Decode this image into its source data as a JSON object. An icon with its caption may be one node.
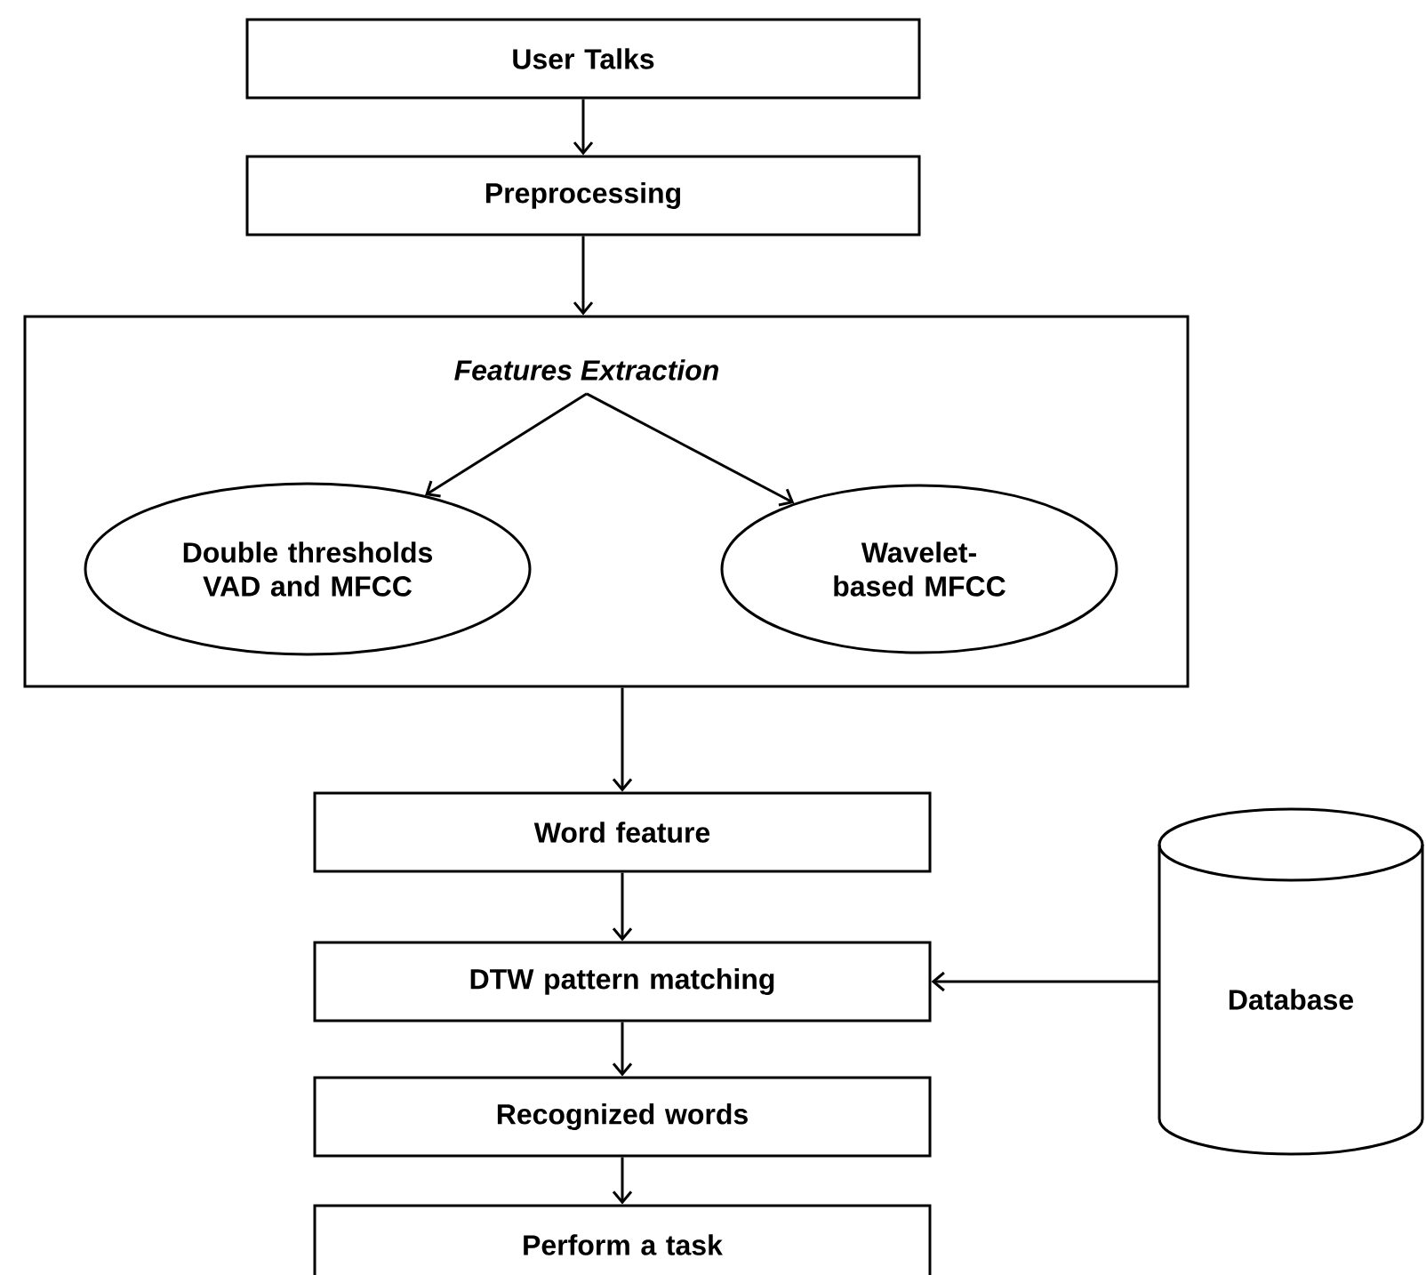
{
  "diagram": {
    "nodes": [
      {
        "text": [
          "User Talks"
        ]
      },
      {
        "text": [
          "Preprocessing"
        ]
      },
      {
        "text": [
          "Features Extraction"
        ]
      },
      {
        "text": [
          "Double thresholds VAD and MFCC"
        ],
        "in": 2
      },
      {
        "text": [
          "Wavelet-based MFCC"
        ],
        "in": 2
      },
      {
        "text": [
          "Word feature"
        ]
      },
      {
        "text": [
          "DTW pattern matching"
        ]
      },
      {
        "text": [
          "Recognized words"
        ]
      },
      {
        "text": [
          "Perform a task"
        ]
      },
      {
        "text": [
          "Database"
        ]
      }
    ],
    "edges": [
      {
        "from": 0,
        "to": 1,
        "arrow": "to"
      },
      {
        "from": 1,
        "to": 2,
        "arrow": "to"
      },
      {
        "from": 2,
        "to": 3,
        "arrow": "to"
      },
      {
        "from": 2,
        "to": 4,
        "arrow": "to"
      },
      {
        "from": 2,
        "to": 5,
        "arrow": "to"
      },
      {
        "from": 5,
        "to": 6,
        "arrow": "to"
      },
      {
        "from": 9,
        "to": 6,
        "arrow": "to"
      },
      {
        "from": 6,
        "to": 7,
        "arrow": "to"
      },
      {
        "from": 7,
        "to": 8,
        "arrow": "to"
      }
    ]
  }
}
